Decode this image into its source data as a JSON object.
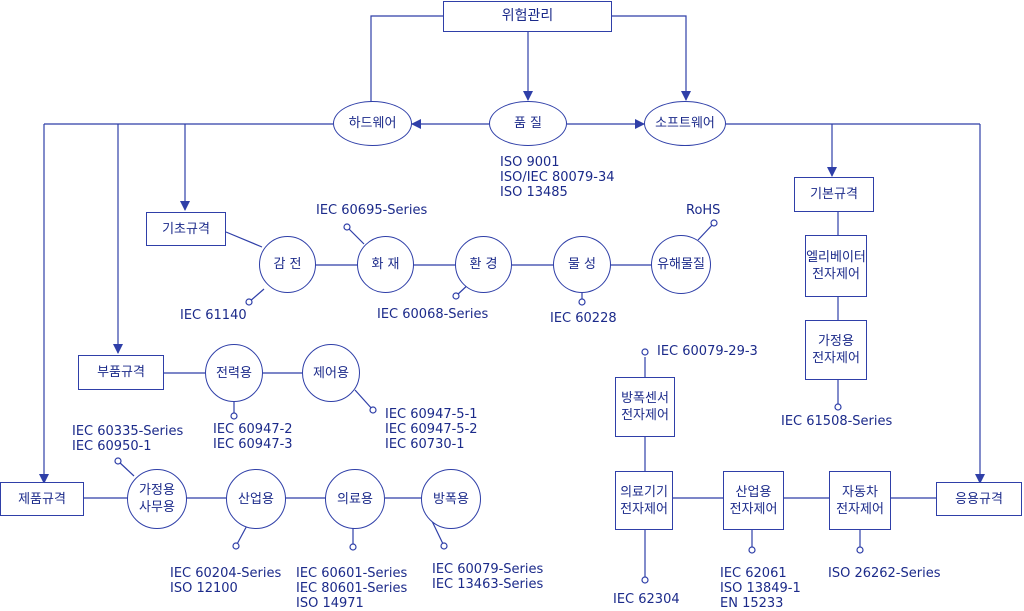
{
  "colors": {
    "line": "#2f3fa8",
    "text": "#1b2a8a",
    "background": "#ffffff"
  },
  "nodes": {
    "risk": "위험관리",
    "hardware": "하드웨어",
    "quality": "품 질",
    "software": "소프트웨어",
    "basic_std": "기초규격",
    "fundamental_std": "기본규격",
    "component_std": "부품규격",
    "product_std": "제품규격",
    "application_std": "응용규격",
    "shock": "감 전",
    "fire": "화 재",
    "environment": "환 경",
    "material": "물 성",
    "hazardous": "유해물질",
    "power": "전력용",
    "control": "제어용",
    "household_office": "가정용\n사무용",
    "industrial": "산업용",
    "medical": "의료용",
    "explosion_proof": "방폭용",
    "elevator_ec": "엘리베이터\n전자제어",
    "household_ec": "가정용\n전자제어",
    "explosion_sensor_ec": "방폭센서\n전자제어",
    "medical_device_ec": "의료기기\n전자제어",
    "industrial_ec": "산업용\n전자제어",
    "auto_ec": "자동차\n전자제어"
  },
  "labels": {
    "quality_iso": "ISO 9001\nISO/IEC 80079-34\nISO 13485",
    "rohs": "RoHS",
    "iec60695": "IEC 60695-Series",
    "iec61140": "IEC 61140",
    "iec60068": "IEC 60068-Series",
    "iec60228": "IEC 60228",
    "iec60947_power": "IEC 60947-2\nIEC 60947-3",
    "iec60947_control": "IEC 60947-5-1\nIEC 60947-5-2\nIEC 60730-1",
    "iec60335": "IEC 60335-Series\nIEC 60950-1",
    "iec60204": "IEC 60204-Series\nISO 12100",
    "iec60601": "IEC 60601-Series\nIEC 80601-Series\nISO 14971",
    "iec60079_series": "IEC 60079-Series\nIEC 13463-Series",
    "iec61508": "IEC 61508-Series",
    "iec60079_29_3": "IEC 60079-29-3",
    "iec62304": "IEC 62304",
    "iec62061": "IEC 62061\nISO 13849-1\nEN 15233",
    "iso26262": "ISO 26262-Series"
  }
}
